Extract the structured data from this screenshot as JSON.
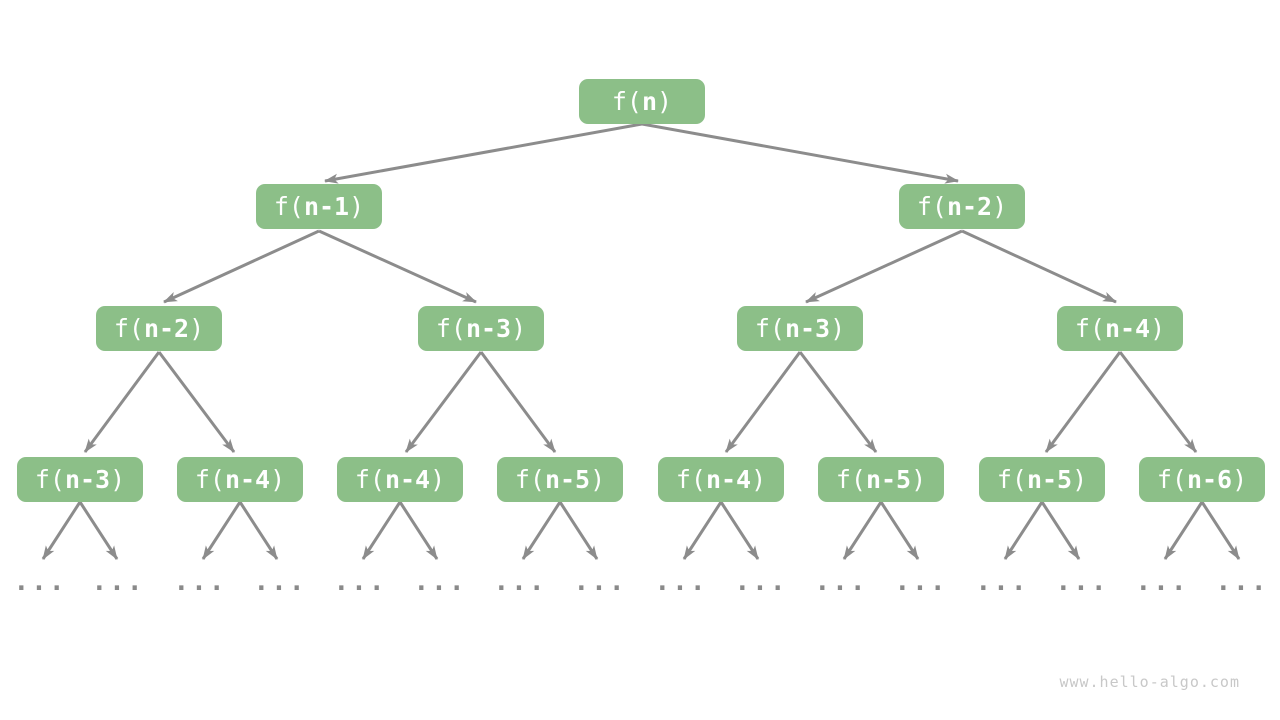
{
  "page": {
    "watermark": "www.hello-algo.com"
  },
  "colors": {
    "node_fill": "#8CBF88",
    "node_text": "#ffffff",
    "edge": "#8C8C8C",
    "ellipsis": "#8A8A8A",
    "watermark": "#C8C8C8",
    "background": "#ffffff"
  },
  "tree": {
    "description": "recursion-tree",
    "ellipsis_label": "...",
    "nodes": [
      {
        "level": 1,
        "prefix": "f(",
        "arg": "n",
        "suffix": ")"
      },
      {
        "level": 2,
        "prefix": "f(",
        "arg": "n-1",
        "suffix": ")"
      },
      {
        "level": 2,
        "prefix": "f(",
        "arg": "n-2",
        "suffix": ")"
      },
      {
        "level": 3,
        "prefix": "f(",
        "arg": "n-2",
        "suffix": ")"
      },
      {
        "level": 3,
        "prefix": "f(",
        "arg": "n-3",
        "suffix": ")"
      },
      {
        "level": 3,
        "prefix": "f(",
        "arg": "n-3",
        "suffix": ")"
      },
      {
        "level": 3,
        "prefix": "f(",
        "arg": "n-4",
        "suffix": ")"
      },
      {
        "level": 4,
        "prefix": "f(",
        "arg": "n-3",
        "suffix": ")"
      },
      {
        "level": 4,
        "prefix": "f(",
        "arg": "n-4",
        "suffix": ")"
      },
      {
        "level": 4,
        "prefix": "f(",
        "arg": "n-4",
        "suffix": ")"
      },
      {
        "level": 4,
        "prefix": "f(",
        "arg": "n-5",
        "suffix": ")"
      },
      {
        "level": 4,
        "prefix": "f(",
        "arg": "n-4",
        "suffix": ")"
      },
      {
        "level": 4,
        "prefix": "f(",
        "arg": "n-5",
        "suffix": ")"
      },
      {
        "level": 4,
        "prefix": "f(",
        "arg": "n-5",
        "suffix": ")"
      },
      {
        "level": 4,
        "prefix": "f(",
        "arg": "n-6",
        "suffix": ")"
      }
    ]
  }
}
